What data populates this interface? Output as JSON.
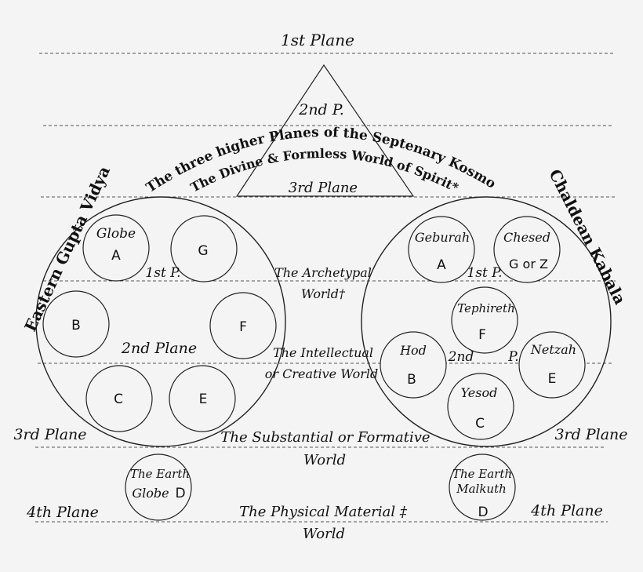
{
  "planes": {
    "first": "1st Plane",
    "second": "2nd P.",
    "third": "3rd Plane",
    "left_third": "3rd Plane",
    "right_third": "3rd Plane",
    "left_fourth": "4th Plane",
    "right_fourth": "4th Plane"
  },
  "arc": {
    "line1": "The three higher Planes of the Septenary Kosmos",
    "line2": "The Divine & Formless World of Spirit*"
  },
  "left": {
    "title": "Eastern Gupta Vidya",
    "first_plane": "1st P.",
    "second_plane": "2nd Plane",
    "globes": [
      {
        "name": "Globe",
        "letter": "A"
      },
      {
        "name": "",
        "letter": "G"
      },
      {
        "name": "",
        "letter": "B"
      },
      {
        "name": "",
        "letter": "F"
      },
      {
        "name": "",
        "letter": "C"
      },
      {
        "name": "",
        "letter": "E"
      }
    ],
    "earth": {
      "line1": "The Earth",
      "line2": "Globe",
      "letter": "D"
    }
  },
  "right": {
    "title": "Chaldean Kabala",
    "first_plane": "1st P.",
    "second_plane_a": "2nd",
    "second_plane_b": "P.",
    "sephiroth": [
      {
        "name": "Geburah",
        "letter": "A"
      },
      {
        "name": "Chesed",
        "letter": "G or Z"
      },
      {
        "name": "Tephireth",
        "letter": "F"
      },
      {
        "name": "Hod",
        "letter": "B"
      },
      {
        "name": "Netzah",
        "letter": "E"
      },
      {
        "name": "Yesod",
        "letter": "C"
      }
    ],
    "earth": {
      "line1": "The Earth",
      "line2": "Malkuth",
      "letter": "D"
    }
  },
  "center": {
    "archetypal_1": "The Archetypal",
    "archetypal_2": "World†",
    "intellectual_1": "The Intellectual",
    "intellectual_2": "or Creative World",
    "substantial_1": "The Substantial or Formative",
    "substantial_2": "World",
    "physical_1": "The Physical Material ‡",
    "physical_2": "World"
  }
}
